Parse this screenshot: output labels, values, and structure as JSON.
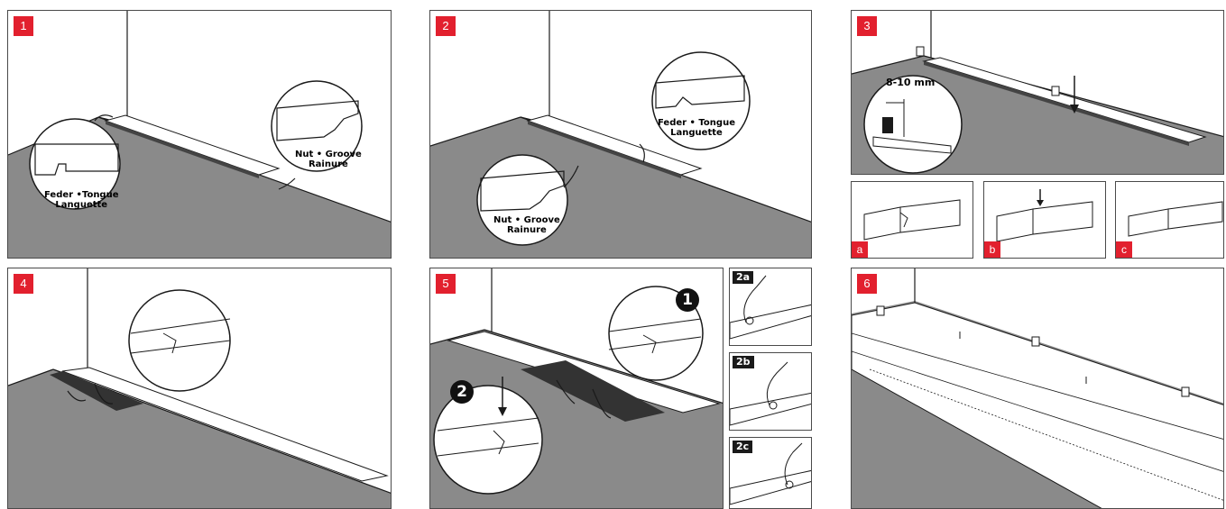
{
  "steps": [
    {
      "number": "1",
      "labels": {
        "groove_line1": "Nut • Groove",
        "groove_line2": "Rainure",
        "tongue_line1": "Feder •Tongue",
        "tongue_line2": "Languette"
      }
    },
    {
      "number": "2",
      "labels": {
        "tongue_line1": "Feder • Tongue",
        "tongue_line2": "Languette",
        "groove_line1": "Nut • Groove",
        "groove_line2": "Rainure"
      }
    },
    {
      "number": "3",
      "labels": {
        "gap": "8-10 mm"
      },
      "sub_steps": [
        "a",
        "b",
        "c"
      ]
    },
    {
      "number": "4"
    },
    {
      "number": "5",
      "callouts": [
        "1",
        "2"
      ],
      "side_tags": [
        "2a",
        "2b",
        "2c"
      ]
    },
    {
      "number": "6"
    }
  ],
  "colors": {
    "badge": "#e2202e",
    "floor": "#8a8a8a",
    "line": "#1a1a1a"
  }
}
